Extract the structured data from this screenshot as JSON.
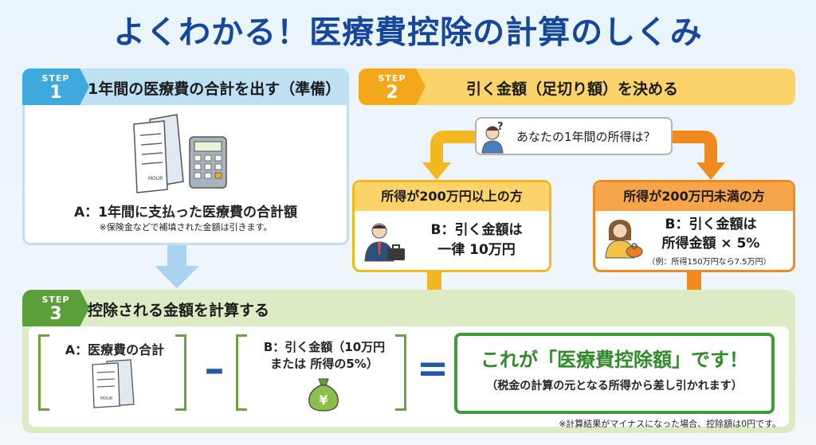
{
  "title": "よくわかる！医療費控除の計算のしくみ",
  "step1": {
    "step_label": "STEP",
    "step_num": "1",
    "header": "1年間の医療費の合計を出す（準備）",
    "receipt_text": "MOUR",
    "desc": "A：1年間に支払った医療費の合計額",
    "note": "※保険金などで補填された金額は引きます。"
  },
  "step2": {
    "step_label": "STEP",
    "step_num": "2",
    "header": "引く金額（足切り額）を決める",
    "question": "あなたの1年間の所得は？",
    "left": {
      "title": "所得が200万円以上の方",
      "line1": "B：引く金額は",
      "line2": "一律 10万円"
    },
    "right": {
      "title": "所得が200万円未満の方",
      "line1": "B：引く金額は",
      "line2": "所得金額 × 5%",
      "example": "（例：所得150万円なら7.5万円）"
    }
  },
  "step3": {
    "step_label": "STEP",
    "step_num": "3",
    "header": "控除される金額を計算する",
    "a_label": "A：医療費の合計",
    "receipt_text": "MOUR",
    "minus": "–",
    "b_line1": "B：引く金額（10万円",
    "b_line2": "または 所得の5%）",
    "yen_symbol": "¥",
    "equals": "=",
    "result_main": "これが「医療費控除額」です！",
    "result_sub": "（税金の計算の元となる所得から差し引かれます）",
    "footnote": "※計算結果がマイナスになった場合、控除額は0円です。"
  },
  "colors": {
    "title": "#16479a",
    "step1": "#3fa8dd",
    "step2": "#f3a81c",
    "step3": "#5b9f38",
    "result_green": "#2f8a2a"
  }
}
